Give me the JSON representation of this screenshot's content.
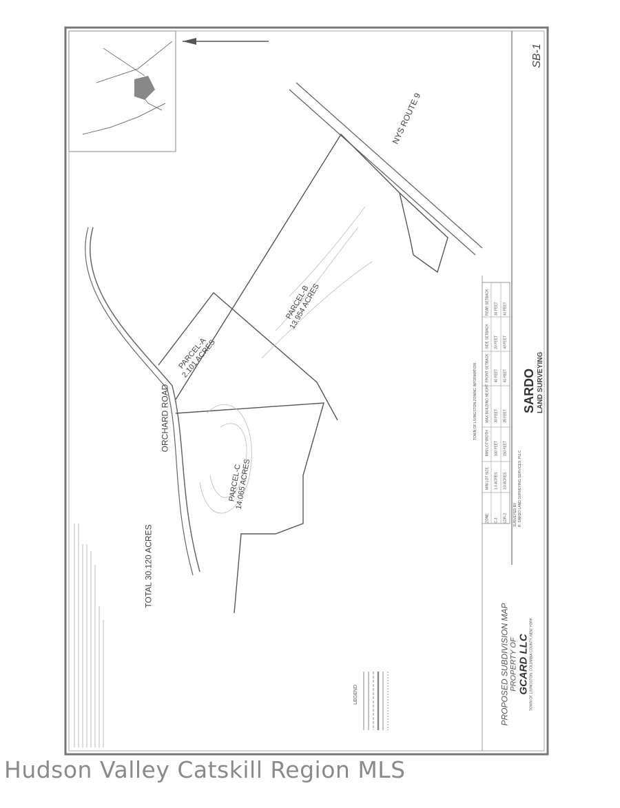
{
  "map": {
    "title": "PROPOSED SUBDIVISION MAP",
    "property_of": "PROPERTY OF",
    "owner": "GCARD LLC",
    "location": "TOWN OF LIVINGSTON, COLUMBIA COUNTY, NEW YORK",
    "sheet": "SB-1",
    "total_acres": "TOTAL 30.120 ACRES",
    "roads": [
      "ORCHARD ROAD",
      "NYS ROUTE 9"
    ],
    "parcels": [
      {
        "name": "PARCEL-A",
        "acres": "2.101 ACRES"
      },
      {
        "name": "PARCEL-B",
        "acres": "13.954 ACRES"
      },
      {
        "name": "PARCEL-C",
        "acres": "14.065 ACRES"
      }
    ],
    "zoning_table": {
      "title": "TOWN OF LIVINGSTON ZONING INFORMATION",
      "headers": [
        "ZONE",
        "MIN LOT SIZE",
        "MIN LOT WIDTH",
        "MAX BUILDING HEIGHT",
        "FRONT SETBACK",
        "SIDE SETBACK",
        "REAR SETBACK"
      ],
      "rows": [
        [
          "C-3",
          "1.0 ACRES",
          "100 FEET",
          "30 FEET",
          "40 FEET",
          "20 FEET",
          "30 FEET"
        ],
        [
          "LDR-2",
          "3.0 ACRES",
          "150 FEET",
          "35 FEET",
          "40 FEET",
          "40 FEET",
          "40 FEET"
        ]
      ]
    },
    "surveyor": {
      "logo_top": "SARDO",
      "logo_bottom": "LAND SURVEYING",
      "surveyed_by": "SURVEYED BY",
      "company": "R. SARDO LAND SURVEYING SERVICES, PLLC"
    },
    "legend_title": "LEGEND"
  },
  "watermark": "Hudson Valley Catskill Region MLS"
}
